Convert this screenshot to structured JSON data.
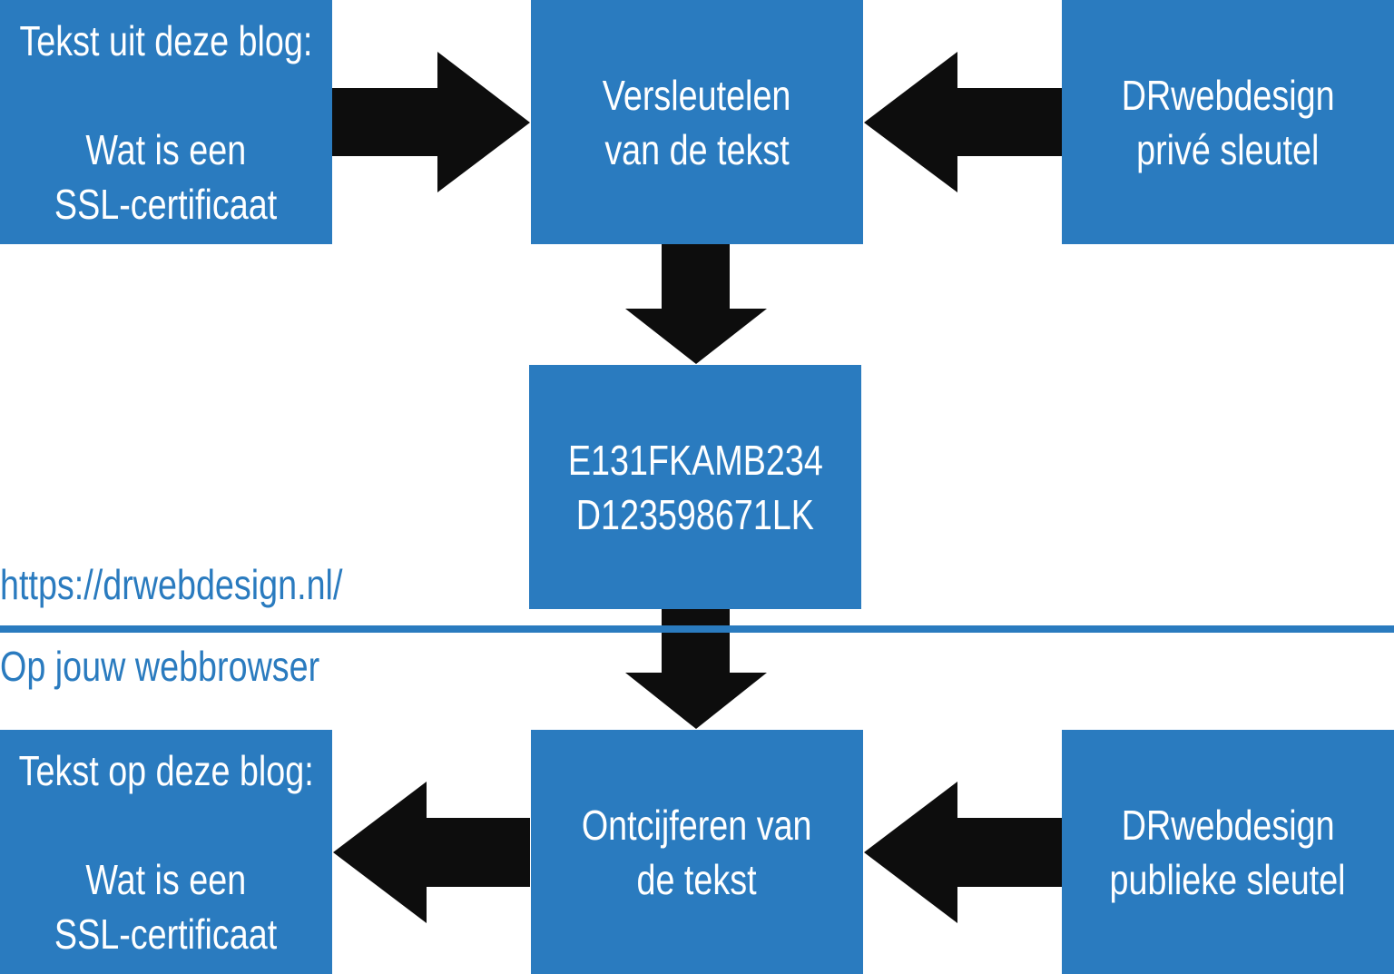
{
  "colors": {
    "box": "#2a7bbf",
    "accent": "#2a7bbf",
    "arrow": "#0d0d0d",
    "text": "#ffffff"
  },
  "top_left": {
    "heading": "Tekst uit deze blog:",
    "line1": "Wat is een",
    "line2": "SSL-certificaat"
  },
  "encrypt": {
    "line1": "Versleutelen",
    "line2": "van de tekst"
  },
  "private_key": {
    "line1": "DRwebdesign",
    "line2": "privé sleutel"
  },
  "cipher": {
    "line1": "E131FKAMB234",
    "line2": "D123598671LK"
  },
  "server_url": "https://drwebdesign.nl/",
  "browser_label": "Op jouw webbrowser",
  "bottom_left": {
    "heading": "Tekst op deze blog:",
    "line1": "Wat is een",
    "line2": "SSL-certificaat"
  },
  "decrypt": {
    "line1": "Ontcijferen van",
    "line2": "de tekst"
  },
  "public_key": {
    "line1": "DRwebdesign",
    "line2": "publieke sleutel"
  }
}
